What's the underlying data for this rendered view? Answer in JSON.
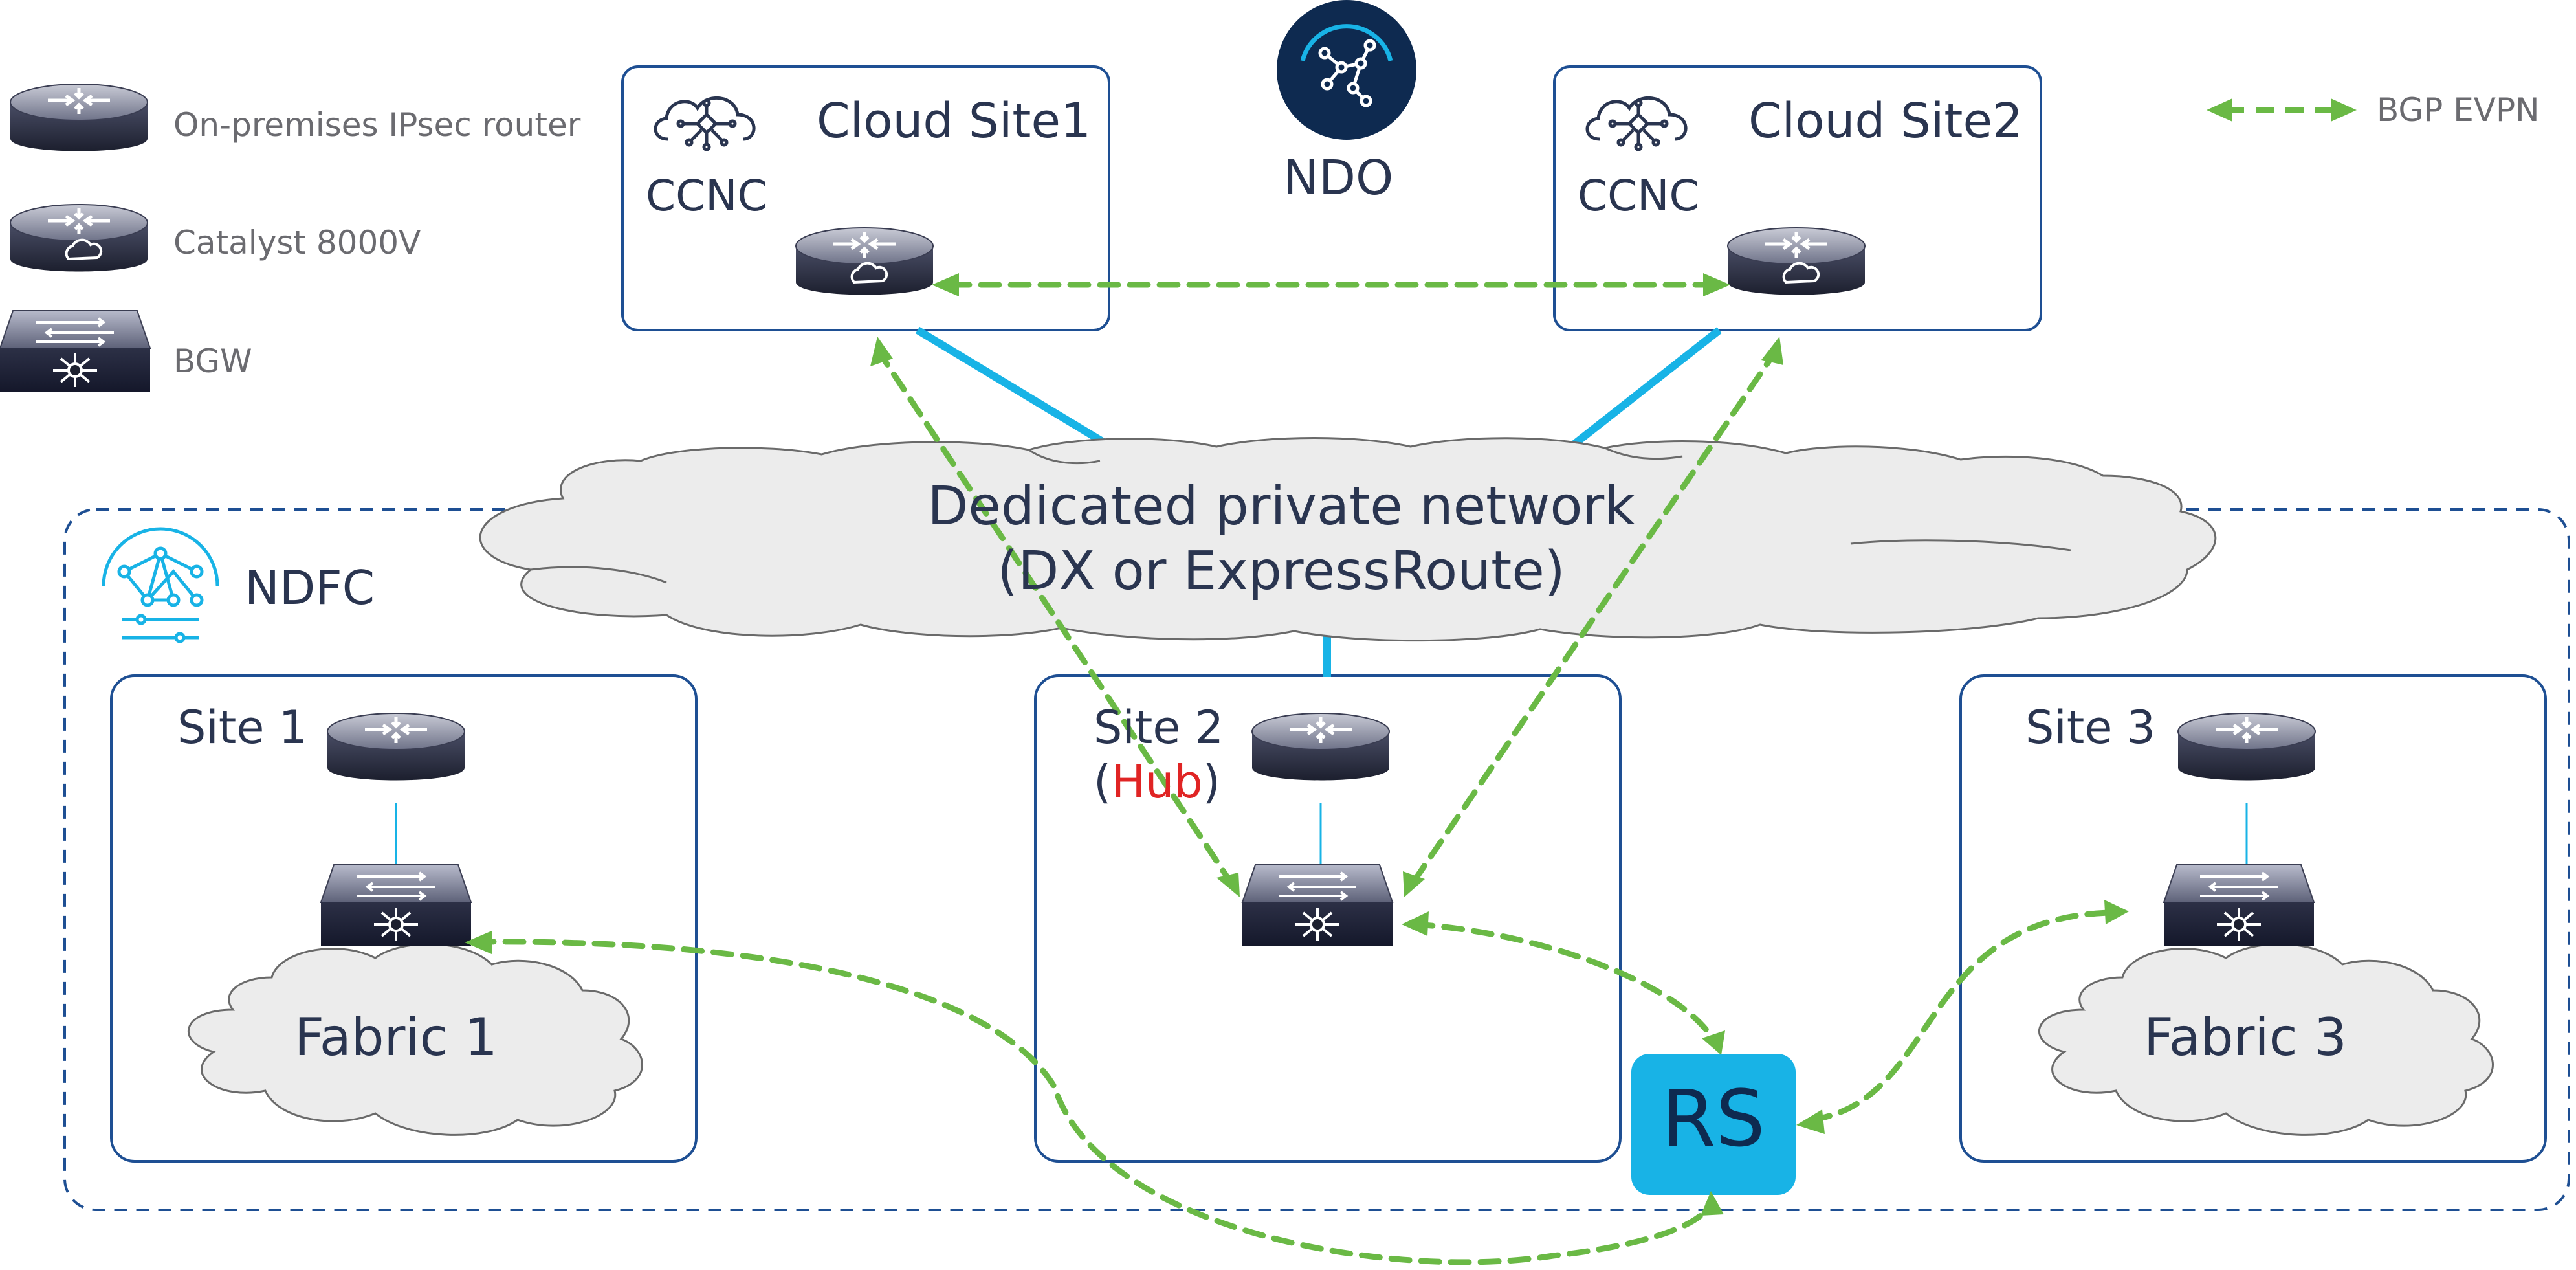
{
  "colors": {
    "box_border": "#1e4f93",
    "dashed_border": "#1e4f93",
    "link_blue": "#18b3e6",
    "bgp_green": "#6ab945",
    "cloud_fill": "#ececec",
    "cloud_stroke": "#6a6a6a",
    "router_dark": "#2b2f44",
    "rs_fill": "#18b3e6",
    "ndo_fill": "#0e2a50",
    "hub_red": "#e02424",
    "text_dark": "#2a3550"
  },
  "legend": {
    "onprem_router_label": "On-premises IPsec router",
    "catalyst_label": "Catalyst 8000V",
    "bgw_label": "BGW",
    "bgp_evpn_label": "BGP EVPN"
  },
  "ndo": {
    "label": "NDO",
    "icon": "ndo-icon"
  },
  "ndfc": {
    "label": "NDFC",
    "icon": "ndfc-icon"
  },
  "cloud_sites": [
    {
      "title": "Cloud Site1",
      "controller_label": "CCNC"
    },
    {
      "title": "Cloud Site2",
      "controller_label": "CCNC"
    }
  ],
  "private_network": {
    "line1": "Dedicated private network",
    "line2": "(DX or ExpressRoute)"
  },
  "sites": [
    {
      "title": "Site 1",
      "fabric_label": "Fabric 1"
    },
    {
      "title": "Site 2",
      "hub_open": "(",
      "hub_label": "Hub",
      "hub_close": ")"
    },
    {
      "title": "Site 3",
      "fabric_label": "Fabric 3"
    }
  ],
  "route_server": {
    "label": "RS"
  }
}
